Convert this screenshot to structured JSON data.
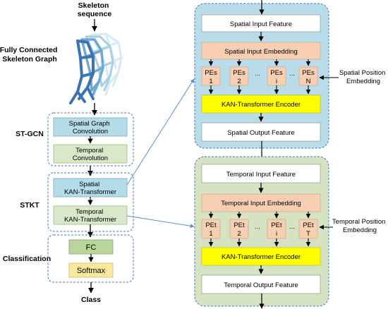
{
  "left": {
    "skeleton_sequence": [
      "Skeleton",
      "sequence"
    ],
    "graph_label": [
      "Fully Connected",
      "Skeleton Graph"
    ],
    "st_gcn": "ST-GCN",
    "spatial_graph_conv": [
      "Spatial Graph",
      "Convolution"
    ],
    "temporal_conv": [
      "Temporal",
      "Convolution"
    ],
    "stkt": "STKT",
    "spatial_kan": [
      "Spatial",
      "KAN-Transformer"
    ],
    "temporal_kan": [
      "Temporal",
      "KAN-Transformer"
    ],
    "classification": "Classification",
    "fc": "FC",
    "softmax": "Softmax",
    "class": "Class"
  },
  "spatial": {
    "input_feature": "Spatial Input Feature",
    "input_embedding": "Spatial Input Embedding",
    "pes": [
      [
        "PEs",
        "1"
      ],
      [
        "PEs",
        "2"
      ],
      [
        "PEs",
        "i"
      ],
      [
        "PEs",
        "N"
      ]
    ],
    "dots": "...",
    "encoder": "KAN-Transformer Encoder",
    "output_feature": "Spatial Output Feature",
    "position_embedding": [
      "Spatial Position",
      "Embedding"
    ]
  },
  "temporal": {
    "input_feature": "Temporal Input Feature",
    "input_embedding": "Temporal Input Embedding",
    "pet": [
      [
        "PEt",
        "1"
      ],
      [
        "PEt",
        "2"
      ],
      [
        "PEt",
        "i"
      ],
      [
        "PEt",
        "T"
      ]
    ],
    "dots": "...",
    "encoder": "KAN-Transformer Encoder",
    "output_feature": "Temporal Output Feature",
    "position_embedding": [
      "Temporal Position",
      "Embedding"
    ]
  },
  "colors": {
    "blue_box": "#b4dce8",
    "green_box": "#d9e8c8",
    "pink_box": "#f8cfb3",
    "yellow_box": "#ffff00",
    "softmax_box": "#fde8a0",
    "fc_box": "#bad59c",
    "panel_blue": "#b9dcea",
    "panel_green": "#d5e3c3",
    "dash_border": "#4a7ab8",
    "link_line": "#5b8fd0"
  }
}
